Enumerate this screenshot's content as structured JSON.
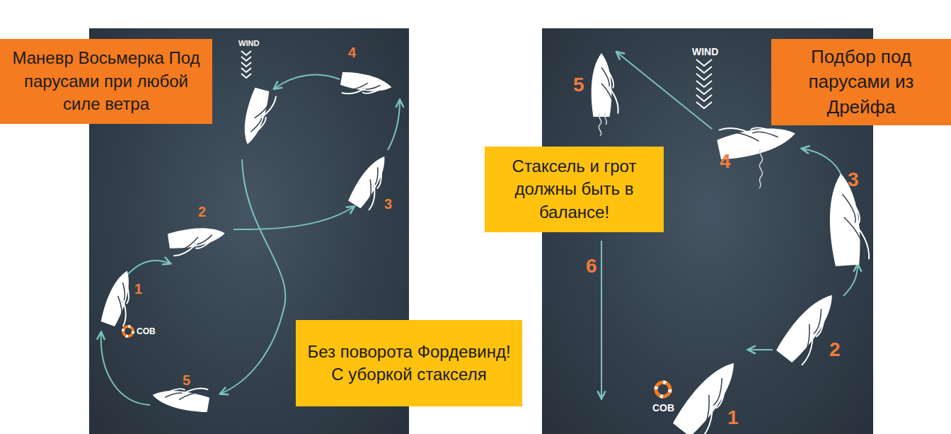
{
  "diagram": {
    "nodes": [
      {
        "text": [
          "Маневр Восьмерка Под парусами при любой силе ветра"
        ]
      },
      {
        "text": [
          "Подбор под парусами из Дрейфа"
        ]
      },
      {
        "text": [
          "Стаксель и грот должны быть в балансе!"
        ]
      },
      {
        "text": [
          "Без поворота Фордевинд! С уборкой стакселя"
        ]
      }
    ],
    "labels": [
      "WIND",
      "4",
      "3",
      "2",
      "1",
      "COB",
      "5",
      "WIND",
      "5",
      "4",
      "3",
      "6",
      "2",
      "COB",
      "1"
    ]
  }
}
